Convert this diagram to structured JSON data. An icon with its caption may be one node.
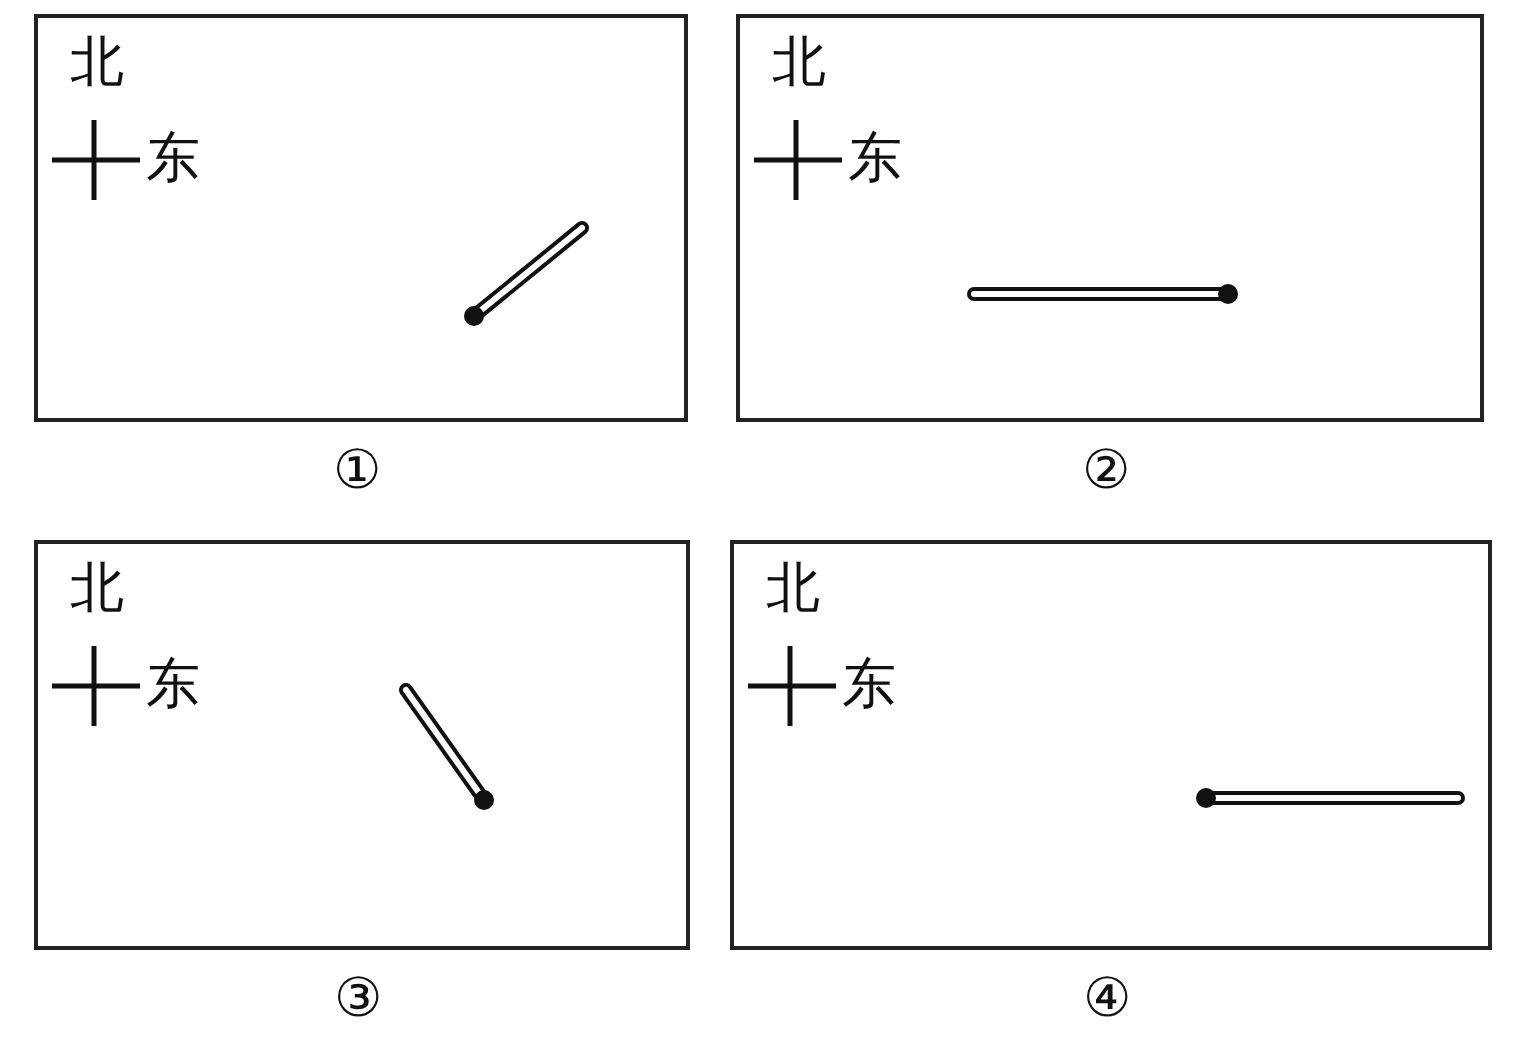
{
  "diagram": {
    "nodes": [
      {
        "text": [
          "北",
          "东"
        ],
        "beside": [
          "①"
        ]
      },
      {
        "text": [
          "北",
          "东"
        ],
        "beside": [
          "②"
        ]
      },
      {
        "text": [
          "北",
          "东"
        ],
        "beside": [
          "③"
        ]
      },
      {
        "text": [
          "北",
          "东"
        ],
        "beside": [
          "④"
        ]
      }
    ]
  }
}
